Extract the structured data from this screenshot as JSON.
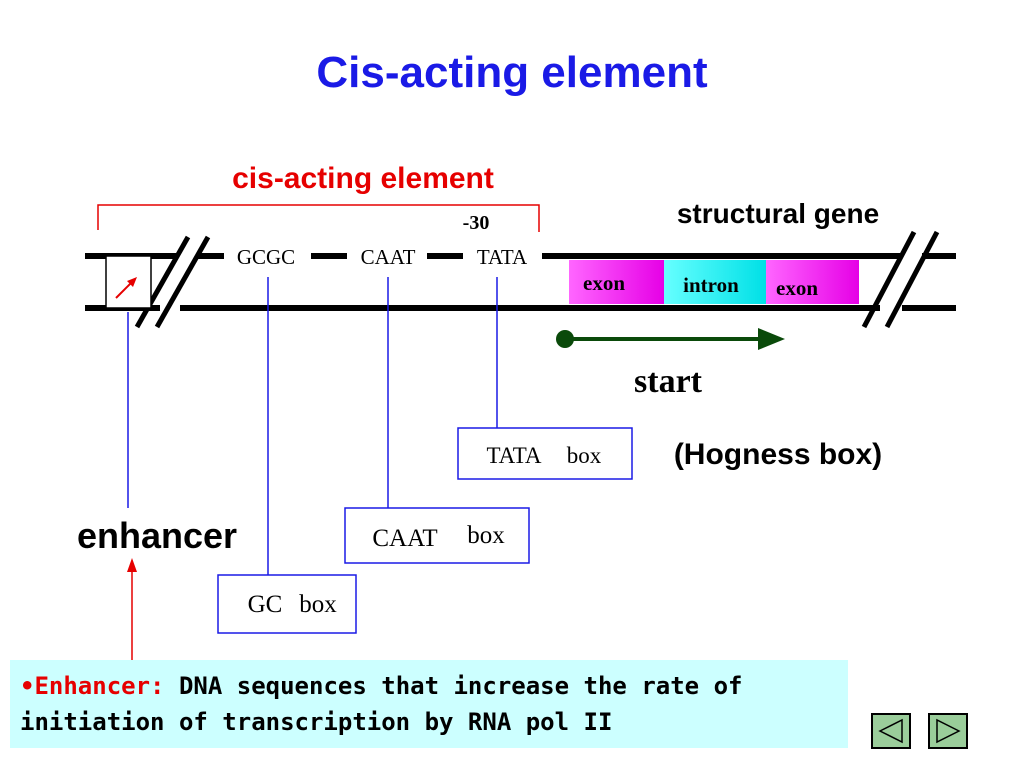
{
  "title": "Cis-acting element",
  "bracket_label": "cis-acting element",
  "position_label": "-30",
  "structural_gene_label": "structural gene",
  "sequences": {
    "gcgc": "GCGC",
    "caat": "CAAT",
    "tata": "TATA"
  },
  "gene_segments": {
    "exon1": "exon",
    "intron": "intron",
    "exon2": "exon"
  },
  "start_label": "start",
  "boxes": {
    "tata_word": "TATA",
    "tata_box_word": "box",
    "caat_word": "CAAT",
    "caat_box_word": "box",
    "gc_word": "GC",
    "gc_box_word": "box"
  },
  "hogness_label": "(Hogness box)",
  "enhancer_label": "enhancer",
  "note": {
    "bullet": "•",
    "term": "Enhancer:",
    "text": " DNA sequences that increase the rate of initiation of transcription by RNA pol II"
  },
  "colors": {
    "title": "#1a1ae6",
    "red_label": "#e60000",
    "leader_lines": "#1a1ae6",
    "exon_fill": "#ff33ff",
    "intron_fill": "#33ffff",
    "start_arrow": "#0a4a0a",
    "note_background": "#ccffff",
    "nav_button": "#9acd9a"
  },
  "icons": {
    "prev": "triangle-left-icon",
    "next": "triangle-right-icon",
    "enhancer_marker": "red-arrow-icon"
  }
}
